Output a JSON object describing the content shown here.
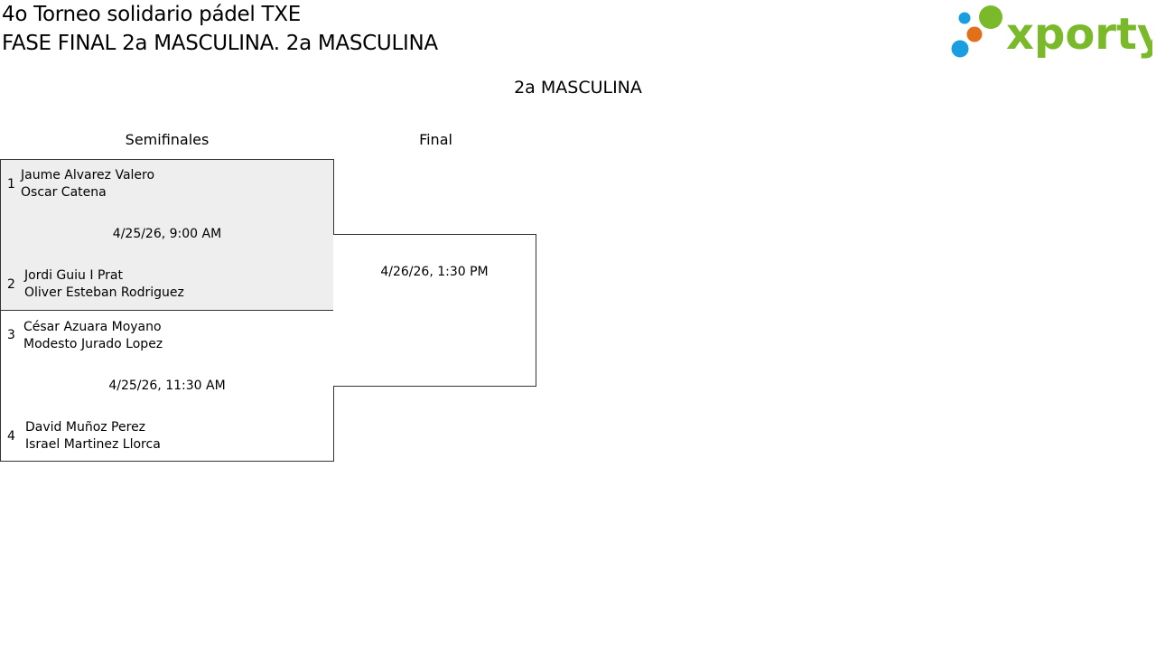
{
  "header": {
    "title_line1": "4o Torneo solidario pádel TXE",
    "title_line2": "FASE FINAL 2a MASCULINA. 2a MASCULINA"
  },
  "logo": {
    "text": "xporty",
    "colors": {
      "green": "#7ab929",
      "orange": "#e2701a",
      "blue": "#1a9ee0"
    }
  },
  "bracket": {
    "title": "2a MASCULINA",
    "rounds": [
      "Semifinales",
      "Final"
    ],
    "semifinals": [
      {
        "date": "4/25/26, 9:00 AM",
        "teams": [
          {
            "seed": "1",
            "players": [
              "Jaume Alvarez Valero",
              "Oscar Catena"
            ]
          },
          {
            "seed": "2",
            "players": [
              "Jordi Guiu I Prat",
              "Oliver Esteban Rodriguez"
            ]
          }
        ]
      },
      {
        "date": "4/25/26, 11:30 AM",
        "teams": [
          {
            "seed": "3",
            "players": [
              "César Azuara Moyano",
              "Modesto Jurado Lopez"
            ]
          },
          {
            "seed": "4",
            "players": [
              "David Muñoz Perez",
              "Israel Martinez Llorca"
            ]
          }
        ]
      }
    ],
    "final": {
      "date": "4/26/26, 1:30 PM"
    }
  }
}
